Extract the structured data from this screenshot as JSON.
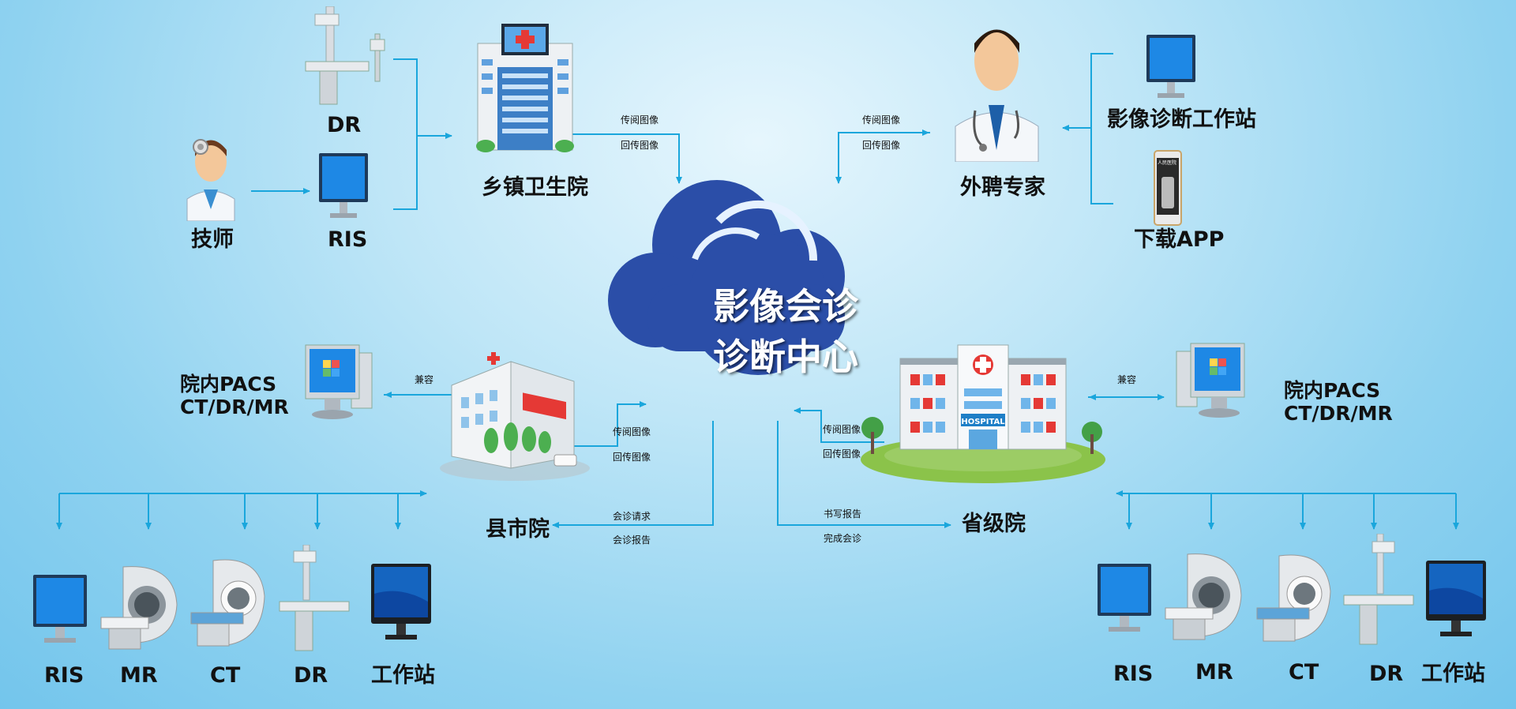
{
  "center": {
    "line1": "影像会诊",
    "line2": "诊断中心"
  },
  "labels": {
    "dr_top": "DR",
    "technician": "技师",
    "ris_top": "RIS",
    "township_hospital": "乡镇卫生院",
    "external_expert": "外聘专家",
    "imaging_workstation": "影像诊断工作站",
    "download_app": "下载APP",
    "app_screen_title": "人民医院",
    "left_pacs_line1": "院内PACS",
    "left_pacs_line2": "CT/DR/MR",
    "right_pacs_line1": "院内PACS",
    "right_pacs_line2": "CT/DR/MR",
    "county_hospital": "县市院",
    "provincial_hospital": "省级院",
    "hospital_sign": "HOSPITAL"
  },
  "flow_tags": {
    "township_upload": "传阅图像",
    "township_return": "回传图像",
    "expert_upload": "传阅图像",
    "expert_return": "回传图像",
    "county_upload": "传阅图像",
    "county_return": "回传图像",
    "provincial_upload": "传阅图像",
    "provincial_return": "回传图像",
    "county_request": "会诊请求",
    "county_report": "会诊报告",
    "provincial_write": "书写报告",
    "provincial_complete": "完成会诊",
    "left_compatible": "兼容",
    "right_compatible": "兼容"
  },
  "devices_left": [
    "RIS",
    "MR",
    "CT",
    "DR",
    "工作站"
  ],
  "devices_right": [
    "RIS",
    "MR",
    "CT",
    "DR",
    "工作站"
  ],
  "colors": {
    "arrow": "#1aa6dc",
    "cloud": "#2b4ea8",
    "cloud_outline": "#e6f2ff",
    "monitor_screen": "#1e88e5",
    "hospital_cross": "#e53935"
  }
}
